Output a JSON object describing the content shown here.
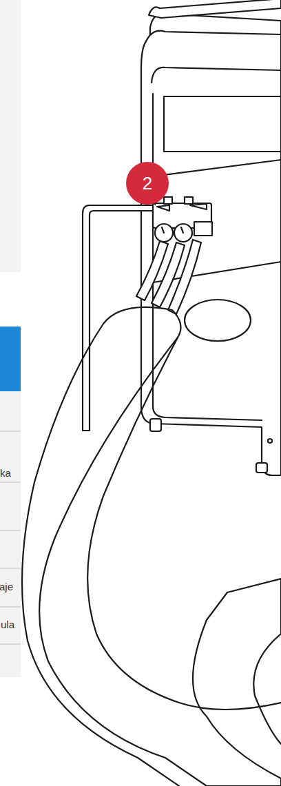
{
  "diagram": {
    "labels": [
      "2",
      "ka",
      "aje",
      "ula"
    ]
  }
}
